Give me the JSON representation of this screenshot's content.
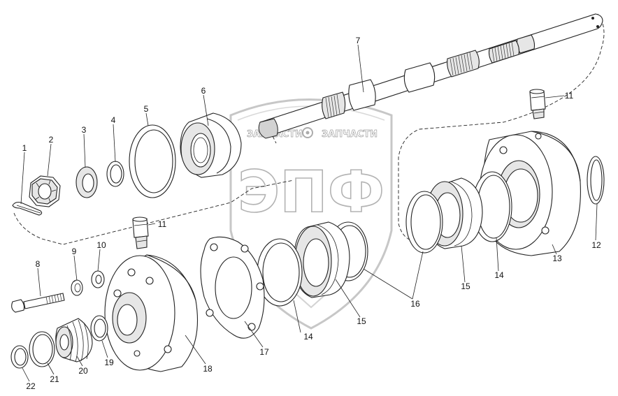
{
  "watermark": {
    "logo_text": "ЭПФ",
    "left_text": "ЗАПЧАСТИ",
    "right_text": "ЗАПЧАСТИ"
  },
  "callouts": [
    {
      "id": "c1",
      "label": "1"
    },
    {
      "id": "c2",
      "label": "2"
    },
    {
      "id": "c3",
      "label": "3"
    },
    {
      "id": "c4",
      "label": "4"
    },
    {
      "id": "c5",
      "label": "5"
    },
    {
      "id": "c6",
      "label": "6"
    },
    {
      "id": "c7",
      "label": "7"
    },
    {
      "id": "c8",
      "label": "8"
    },
    {
      "id": "c9",
      "label": "9"
    },
    {
      "id": "c10",
      "label": "10"
    },
    {
      "id": "c11a",
      "label": "11"
    },
    {
      "id": "c11b",
      "label": "11"
    },
    {
      "id": "c12",
      "label": "12"
    },
    {
      "id": "c13",
      "label": "13"
    },
    {
      "id": "c14a",
      "label": "14"
    },
    {
      "id": "c14b",
      "label": "14"
    },
    {
      "id": "c15a",
      "label": "15"
    },
    {
      "id": "c15b",
      "label": "15"
    },
    {
      "id": "c16",
      "label": "16"
    },
    {
      "id": "c17",
      "label": "17"
    },
    {
      "id": "c18",
      "label": "18"
    },
    {
      "id": "c19",
      "label": "19"
    },
    {
      "id": "c20",
      "label": "20"
    },
    {
      "id": "c21",
      "label": "21"
    },
    {
      "id": "c22",
      "label": "22"
    }
  ]
}
